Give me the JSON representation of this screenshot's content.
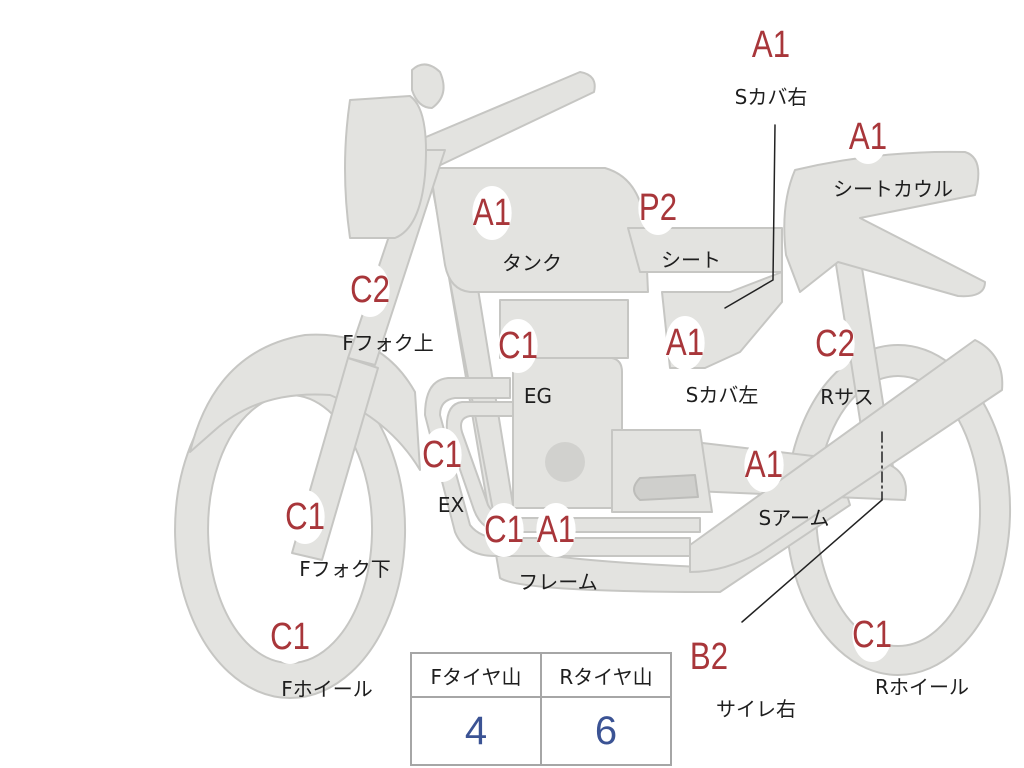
{
  "colors": {
    "part_fill": "#e3e3e0",
    "part_outline": "#c6c6c3",
    "badge_text": "#a8363a",
    "label_text": "#1e1e1e",
    "tire_value": "#3b5394",
    "table_border": "#a6a6a6"
  },
  "parts": [
    {
      "id": "side-cover-right",
      "grade": "A1",
      "label": "Sカバ右"
    },
    {
      "id": "seat-cowl",
      "grade": "A1",
      "label": "シートカウル"
    },
    {
      "id": "tank",
      "grade": "A1",
      "label": "タンク"
    },
    {
      "id": "seat",
      "grade": "P2",
      "label": "シート"
    },
    {
      "id": "front-fork-upper",
      "grade": "C2",
      "label": "Fフォク上"
    },
    {
      "id": "engine",
      "grade": "C1",
      "label": "EG"
    },
    {
      "id": "side-cover-left",
      "grade": "A1",
      "label": "Sカバ左"
    },
    {
      "id": "rear-suspension",
      "grade": "C2",
      "label": "Rサス"
    },
    {
      "id": "exhaust",
      "grade": "C1",
      "label": "EX"
    },
    {
      "id": "swing-arm",
      "grade": "A1",
      "label": "Sアーム"
    },
    {
      "id": "front-fork-lower",
      "grade": "C1",
      "label": "Fフォク下"
    },
    {
      "id": "frame",
      "grade": "C1",
      "grade2": "A1",
      "label": "フレーム"
    },
    {
      "id": "front-wheel",
      "grade": "C1",
      "label": "Fホイール"
    },
    {
      "id": "muffler-right",
      "grade": "B2",
      "label": "サイレ右"
    },
    {
      "id": "rear-wheel",
      "grade": "C1",
      "label": "Rホイール"
    }
  ],
  "tire_table": {
    "front_header": "Fタイヤ山",
    "rear_header": "Rタイヤ山",
    "front_value": "4",
    "rear_value": "6"
  }
}
